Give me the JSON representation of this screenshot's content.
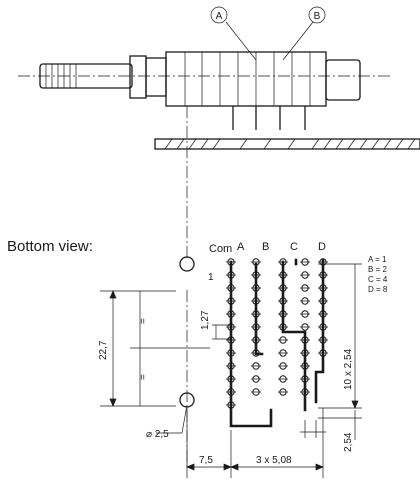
{
  "view_label": "Bottom view:",
  "callouts": {
    "a": "A",
    "b": "B"
  },
  "columns": {
    "com": "Com",
    "a": "A",
    "b": "B",
    "c": "C",
    "d": "D"
  },
  "pin_one": "1",
  "legend": [
    "A = 1",
    "B = 2",
    "C = 4",
    "D = 8"
  ],
  "dims": {
    "height": "22,7",
    "eq_upper": "=",
    "eq_lower": "=",
    "pitch_small": "1,27",
    "hole_dia": "⌀ 2,5",
    "row_span": "10 x 2,54",
    "pitch": "2,54",
    "offset": "7,5",
    "col_span": "3 x 5,08"
  }
}
